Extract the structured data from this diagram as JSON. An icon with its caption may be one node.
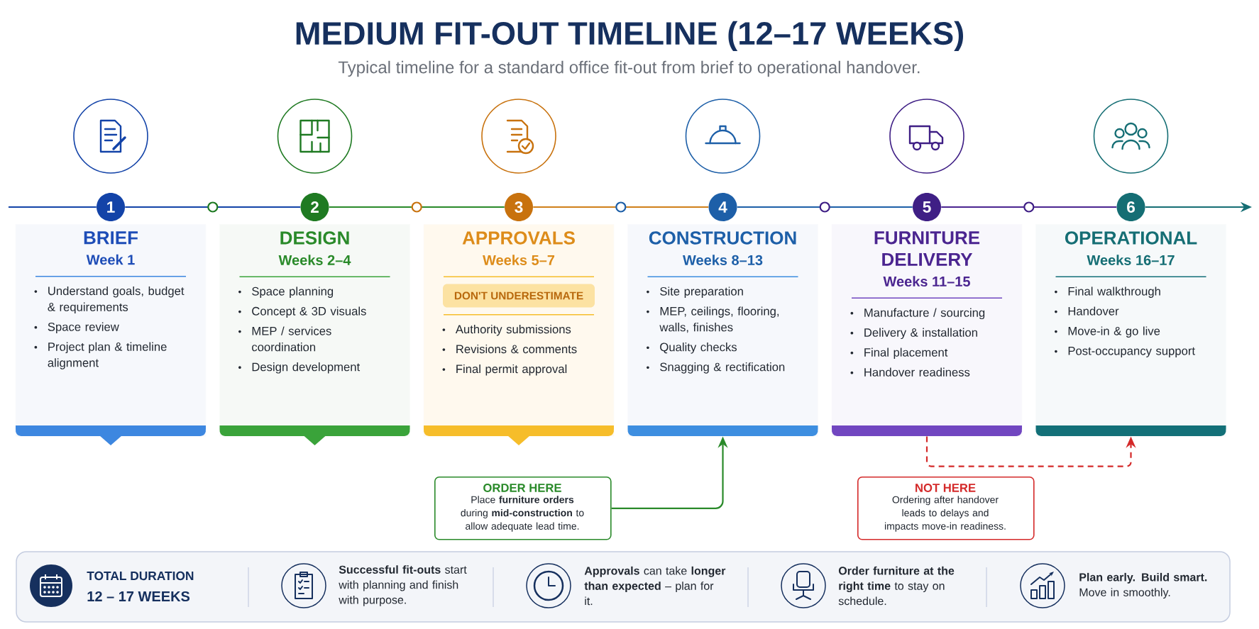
{
  "diagram": {
    "title": "MEDIUM FIT-OUT TIMELINE (12–17 WEEKS)",
    "nodes": [
      {
        "text": [
          "1"
        ]
      },
      {
        "text": [
          "2"
        ]
      },
      {
        "text": [
          "3"
        ]
      },
      {
        "text": [
          "4"
        ]
      },
      {
        "text": [
          "5"
        ]
      },
      {
        "text": [
          "6"
        ]
      },
      {
        "text": [
          "BRIEF",
          "Week 1",
          "Understand goals, budget & requirements",
          "Space review",
          "Project plan & timeline alignment"
        ]
      },
      {
        "text": [
          "DESIGN",
          "Weeks 2–4",
          "Space planning",
          "Concept & 3D visuals",
          "MEP / services coordination",
          "Design development"
        ]
      },
      {
        "text": [
          "APPROVALS",
          "Weeks 5–7",
          "Authority submissions",
          "Revisions & comments",
          "Final permit approval"
        ]
      },
      {
        "text": [
          "CONSTRUCTION",
          "Weeks 8–13",
          "Site preparation",
          "MEP, ceilings, flooring, walls, finishes",
          "Quality checks",
          "Snagging & rectification"
        ]
      },
      {
        "text": [
          "FURNITURE DELIVERY",
          "Weeks 11–15",
          "Manufacture / sourcing",
          "Delivery & installation",
          "Final placement",
          "Handover readiness"
        ]
      },
      {
        "text": [
          "OPERATIONAL",
          "Weeks 16–17",
          "Final walkthrough",
          "Handover",
          "Move-in & go live",
          "Post-occupancy support"
        ]
      },
      {
        "text": [
          "DON'T UNDERESTIMATE"
        ],
        "in": 8
      },
      {
        "text": [
          "ORDER HERE",
          "Place **furniture orders** during **mid-construction** to allow adequate lead time."
        ]
      },
      {
        "text": [
          "NOT HERE",
          "Ordering after handover leads to delays and impacts move-in readiness."
        ]
      }
    ],
    "edges": [
      {
        "from": null,
        "to": 0,
        "arrow": "none",
        "color": "#1343a8"
      },
      {
        "from": 0,
        "to": 1,
        "arrow": "none",
        "color": "#1343a8"
      },
      {
        "from": 1,
        "to": 2,
        "arrow": "none",
        "color": "#2a8a2a"
      },
      {
        "from": 2,
        "to": 3,
        "arrow": "none",
        "color": "#d0801a"
      },
      {
        "from": 3,
        "to": 4,
        "arrow": "none",
        "color": "#1d5fa8"
      },
      {
        "from": 4,
        "to": 5,
        "arrow": "none",
        "color": "#4b2590"
      },
      {
        "from": 5,
        "to": null,
        "arrow": "to",
        "color": "#156e74"
      },
      {
        "from": 13,
        "to": 9,
        "arrow": "to",
        "color": "#2a8a2a"
      },
      {
        "from": 10,
        "to": 11,
        "arrow": "to",
        "style": "dashed",
        "color": "#d42a2a"
      }
    ],
    "labels": [
      "Typical timeline for a standard office fit-out from brief to operational handover.",
      "TOTAL DURATION",
      "12 – 17 WEEKS",
      "**Successful fit-outs** start with planning and finish with purpose.",
      "**Approvals** can take **longer than expected** – plan for it.",
      "**Order furniture at the right time** to stay on schedule.",
      "**Plan early. Build smart.** Move in smoothly."
    ]
  }
}
